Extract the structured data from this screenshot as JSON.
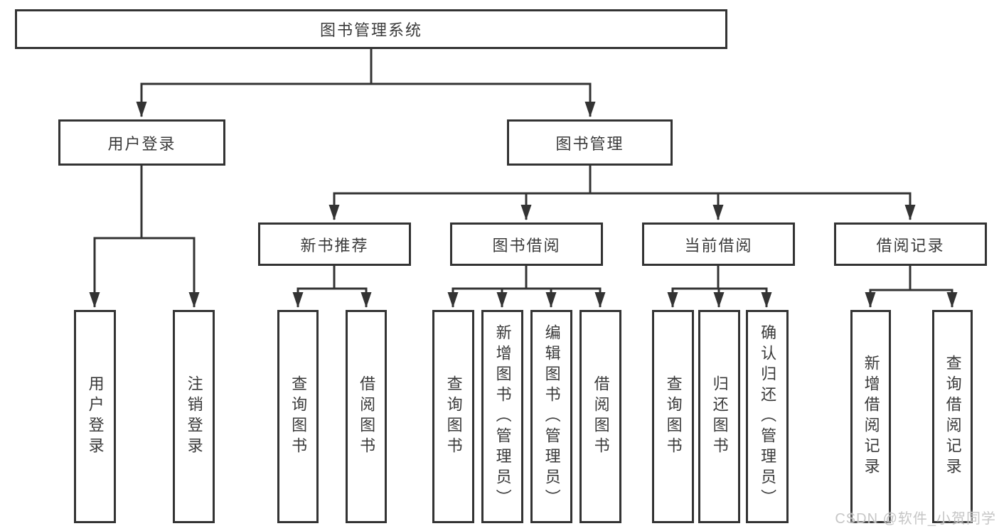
{
  "diagram": {
    "root": "图书管理系统",
    "login": {
      "label": "用户登录",
      "children": [
        "用户登录",
        "注销登录"
      ]
    },
    "management": {
      "label": "图书管理",
      "sections": [
        {
          "label": "新书推荐",
          "children": [
            "查询图书",
            "借阅图书"
          ]
        },
        {
          "label": "图书借阅",
          "children": [
            "查询图书",
            "新增图书（管理员）",
            "编辑图书（管理员）",
            "借阅图书"
          ]
        },
        {
          "label": "当前借阅",
          "children": [
            "查询图书",
            "归还图书",
            "确认归还（管理员）"
          ]
        },
        {
          "label": "借阅记录",
          "children": [
            "新增借阅记录",
            "查询借阅记录"
          ]
        }
      ]
    },
    "line_color": "#333333",
    "text_color": "#3a3a3a"
  },
  "watermark": "CSDN @软件_小贺同学"
}
